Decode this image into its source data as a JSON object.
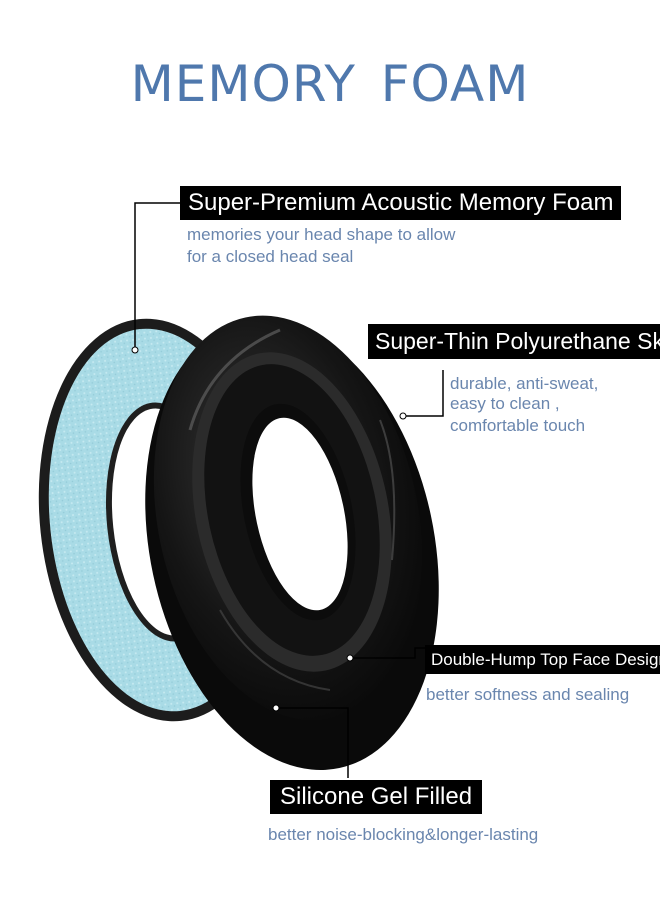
{
  "title": "MEMORY  FOAM",
  "features": [
    {
      "heading": "Super-Premium Acoustic Memory Foam",
      "lines": [
        "memories your head shape to allow",
        "for a closed head seal"
      ]
    },
    {
      "heading": "Super-Thin Polyurethane Skin",
      "lines": [
        "durable, anti-sweat,",
        "easy to clean ,",
        "comfortable touch"
      ]
    },
    {
      "heading": "Double-Hump Top Face Design",
      "lines": [
        "better softness and sealing"
      ]
    },
    {
      "heading": "Silicone Gel Filled",
      "lines": [
        "better noise-blocking&longer-lasting"
      ]
    }
  ],
  "colors": {
    "title": "#4f78ad",
    "description": "#6a86ae",
    "label_bg": "#000000",
    "foam": "#a9dbe6"
  }
}
